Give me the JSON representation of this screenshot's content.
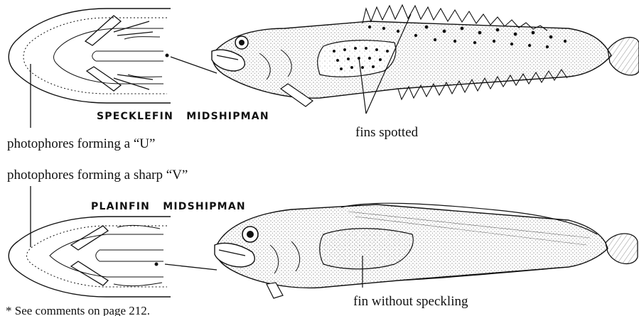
{
  "specklefin": {
    "title": "SPECKLEFIN   MIDSHIPMAN",
    "photophore_note": "photophores forming a “U”",
    "fin_note": "fins spotted"
  },
  "plainfin": {
    "title": "PLAINFIN   MIDSHIPMAN",
    "photophore_note": "photophores forming a sharp “V”",
    "fin_note": "fin without speckling"
  },
  "footnote": "* See comments on page 212.",
  "icons": {
    "specklefin_head": "fish-head-underside-u-icon",
    "specklefin_body": "specklefin-midshipman-fish-icon",
    "plainfin_head": "fish-head-underside-v-icon",
    "plainfin_body": "plainfin-midshipman-fish-icon"
  }
}
